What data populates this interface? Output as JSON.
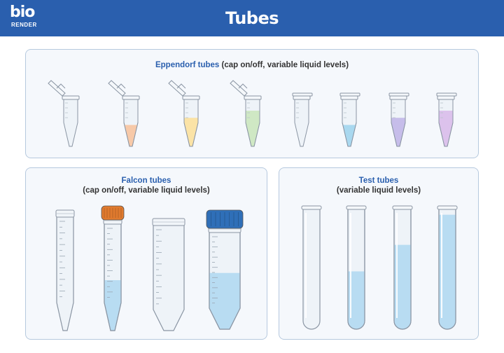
{
  "header": {
    "logo_text": "bio",
    "logo_subtext": "RENDER",
    "title": "Tubes"
  },
  "eppendorf": {
    "title": "Eppendorf tubes",
    "subtitle": " (cap on/off, variable liquid levels)",
    "tubes": [
      {
        "cap": "open",
        "liquid_color": "#e8eef5",
        "level": 0.0
      },
      {
        "cap": "open",
        "liquid_color": "#f7c9a8",
        "level": 0.45
      },
      {
        "cap": "open",
        "liquid_color": "#fbe3a6",
        "level": 0.6
      },
      {
        "cap": "open",
        "liquid_color": "#cfe8c4",
        "level": 0.75
      },
      {
        "cap": "closed",
        "liquid_color": "#e8eef5",
        "level": 0.0
      },
      {
        "cap": "closed",
        "liquid_color": "#a9d8ef",
        "level": 0.45
      },
      {
        "cap": "closed",
        "liquid_color": "#c6bdea",
        "level": 0.6
      },
      {
        "cap": "closed",
        "liquid_color": "#dcc2ec",
        "level": 0.75
      }
    ]
  },
  "falcon": {
    "title": "Falcon tubes",
    "subtitle": "(cap on/off, variable liquid levels)",
    "tubes": [
      {
        "size": "15 mL",
        "cap": "off",
        "cap_color": "#ffffff",
        "level": 0.0
      },
      {
        "size": "15 mL",
        "cap": "on",
        "cap_color": "#e07a2e",
        "level": 0.45
      },
      {
        "size": "50 mL",
        "cap": "off",
        "cap_color": "#ffffff",
        "level": 0.0
      },
      {
        "size": "50 mL",
        "cap": "on",
        "cap_color": "#2f6fb8",
        "level": 0.55
      }
    ]
  },
  "test_tubes": {
    "title": "Test tubes",
    "subtitle": "(variable liquid levels)",
    "liquid_color": "#b8dcf2",
    "levels": [
      0.0,
      0.48,
      0.7,
      0.95
    ]
  },
  "colors": {
    "header": "#2a5fae",
    "panel_bg": "#f5f8fc",
    "panel_border": "#b6c9de",
    "accent_text": "#2a5fae"
  }
}
